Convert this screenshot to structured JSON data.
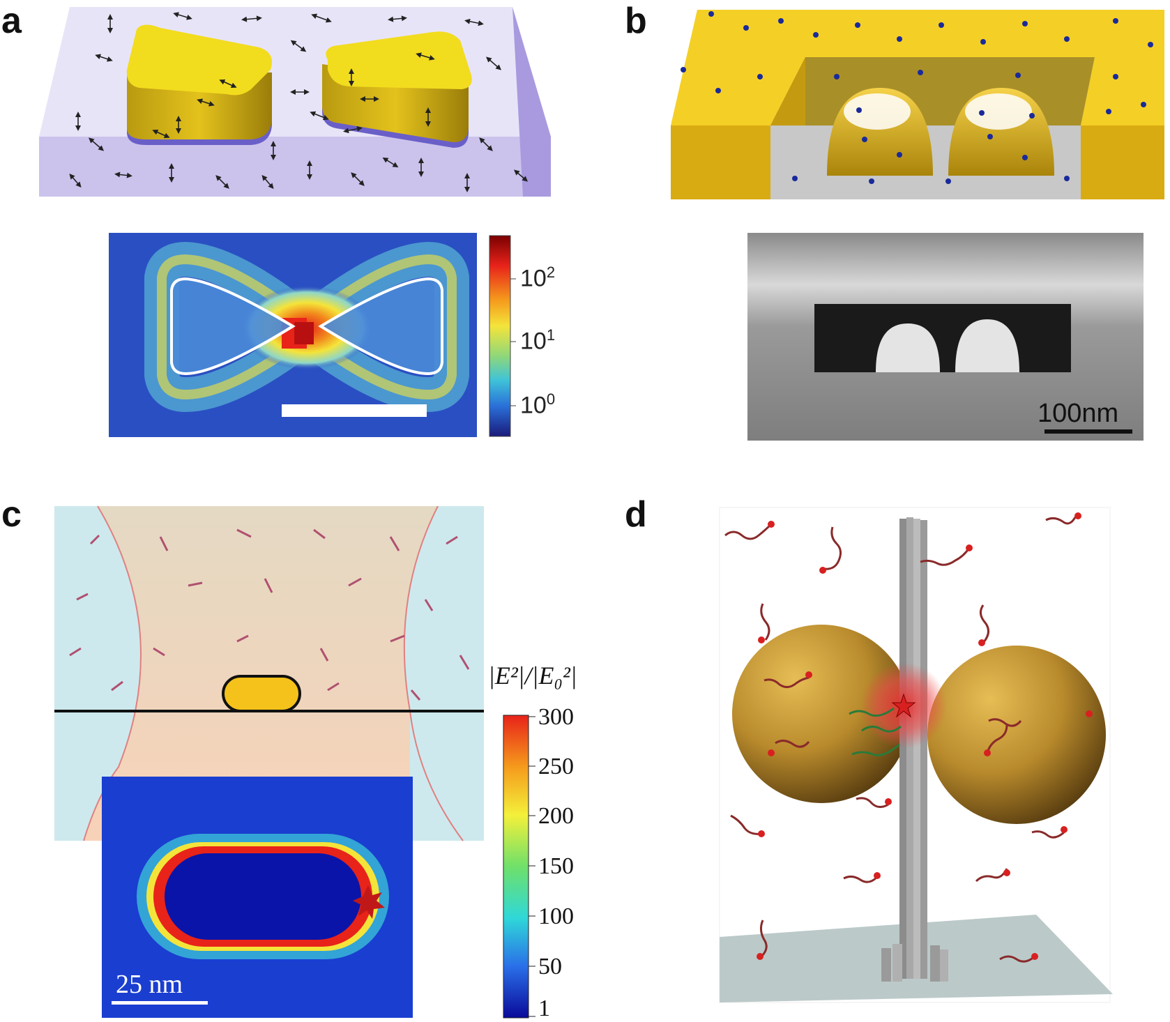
{
  "panels": {
    "a": {
      "label": "a",
      "colorbar_ticks": [
        {
          "base": "10",
          "exp": "2"
        },
        {
          "base": "10",
          "exp": "1"
        },
        {
          "base": "10",
          "exp": "0"
        }
      ]
    },
    "b": {
      "label": "b",
      "scale_bar_text": "100nm"
    },
    "c": {
      "label": "c",
      "colorbar_title": "|E²|/|E₀²|",
      "colorbar_ticks": [
        "300",
        "250",
        "200",
        "150",
        "100",
        "50",
        "1"
      ],
      "scale_bar_text": "25 nm"
    },
    "d": {
      "label": "d"
    }
  },
  "colors": {
    "gold": "#e8c21a",
    "substrate": "#cfc8ee",
    "gap_red": "#e8231a",
    "field_blue": "#1b3fb8"
  }
}
